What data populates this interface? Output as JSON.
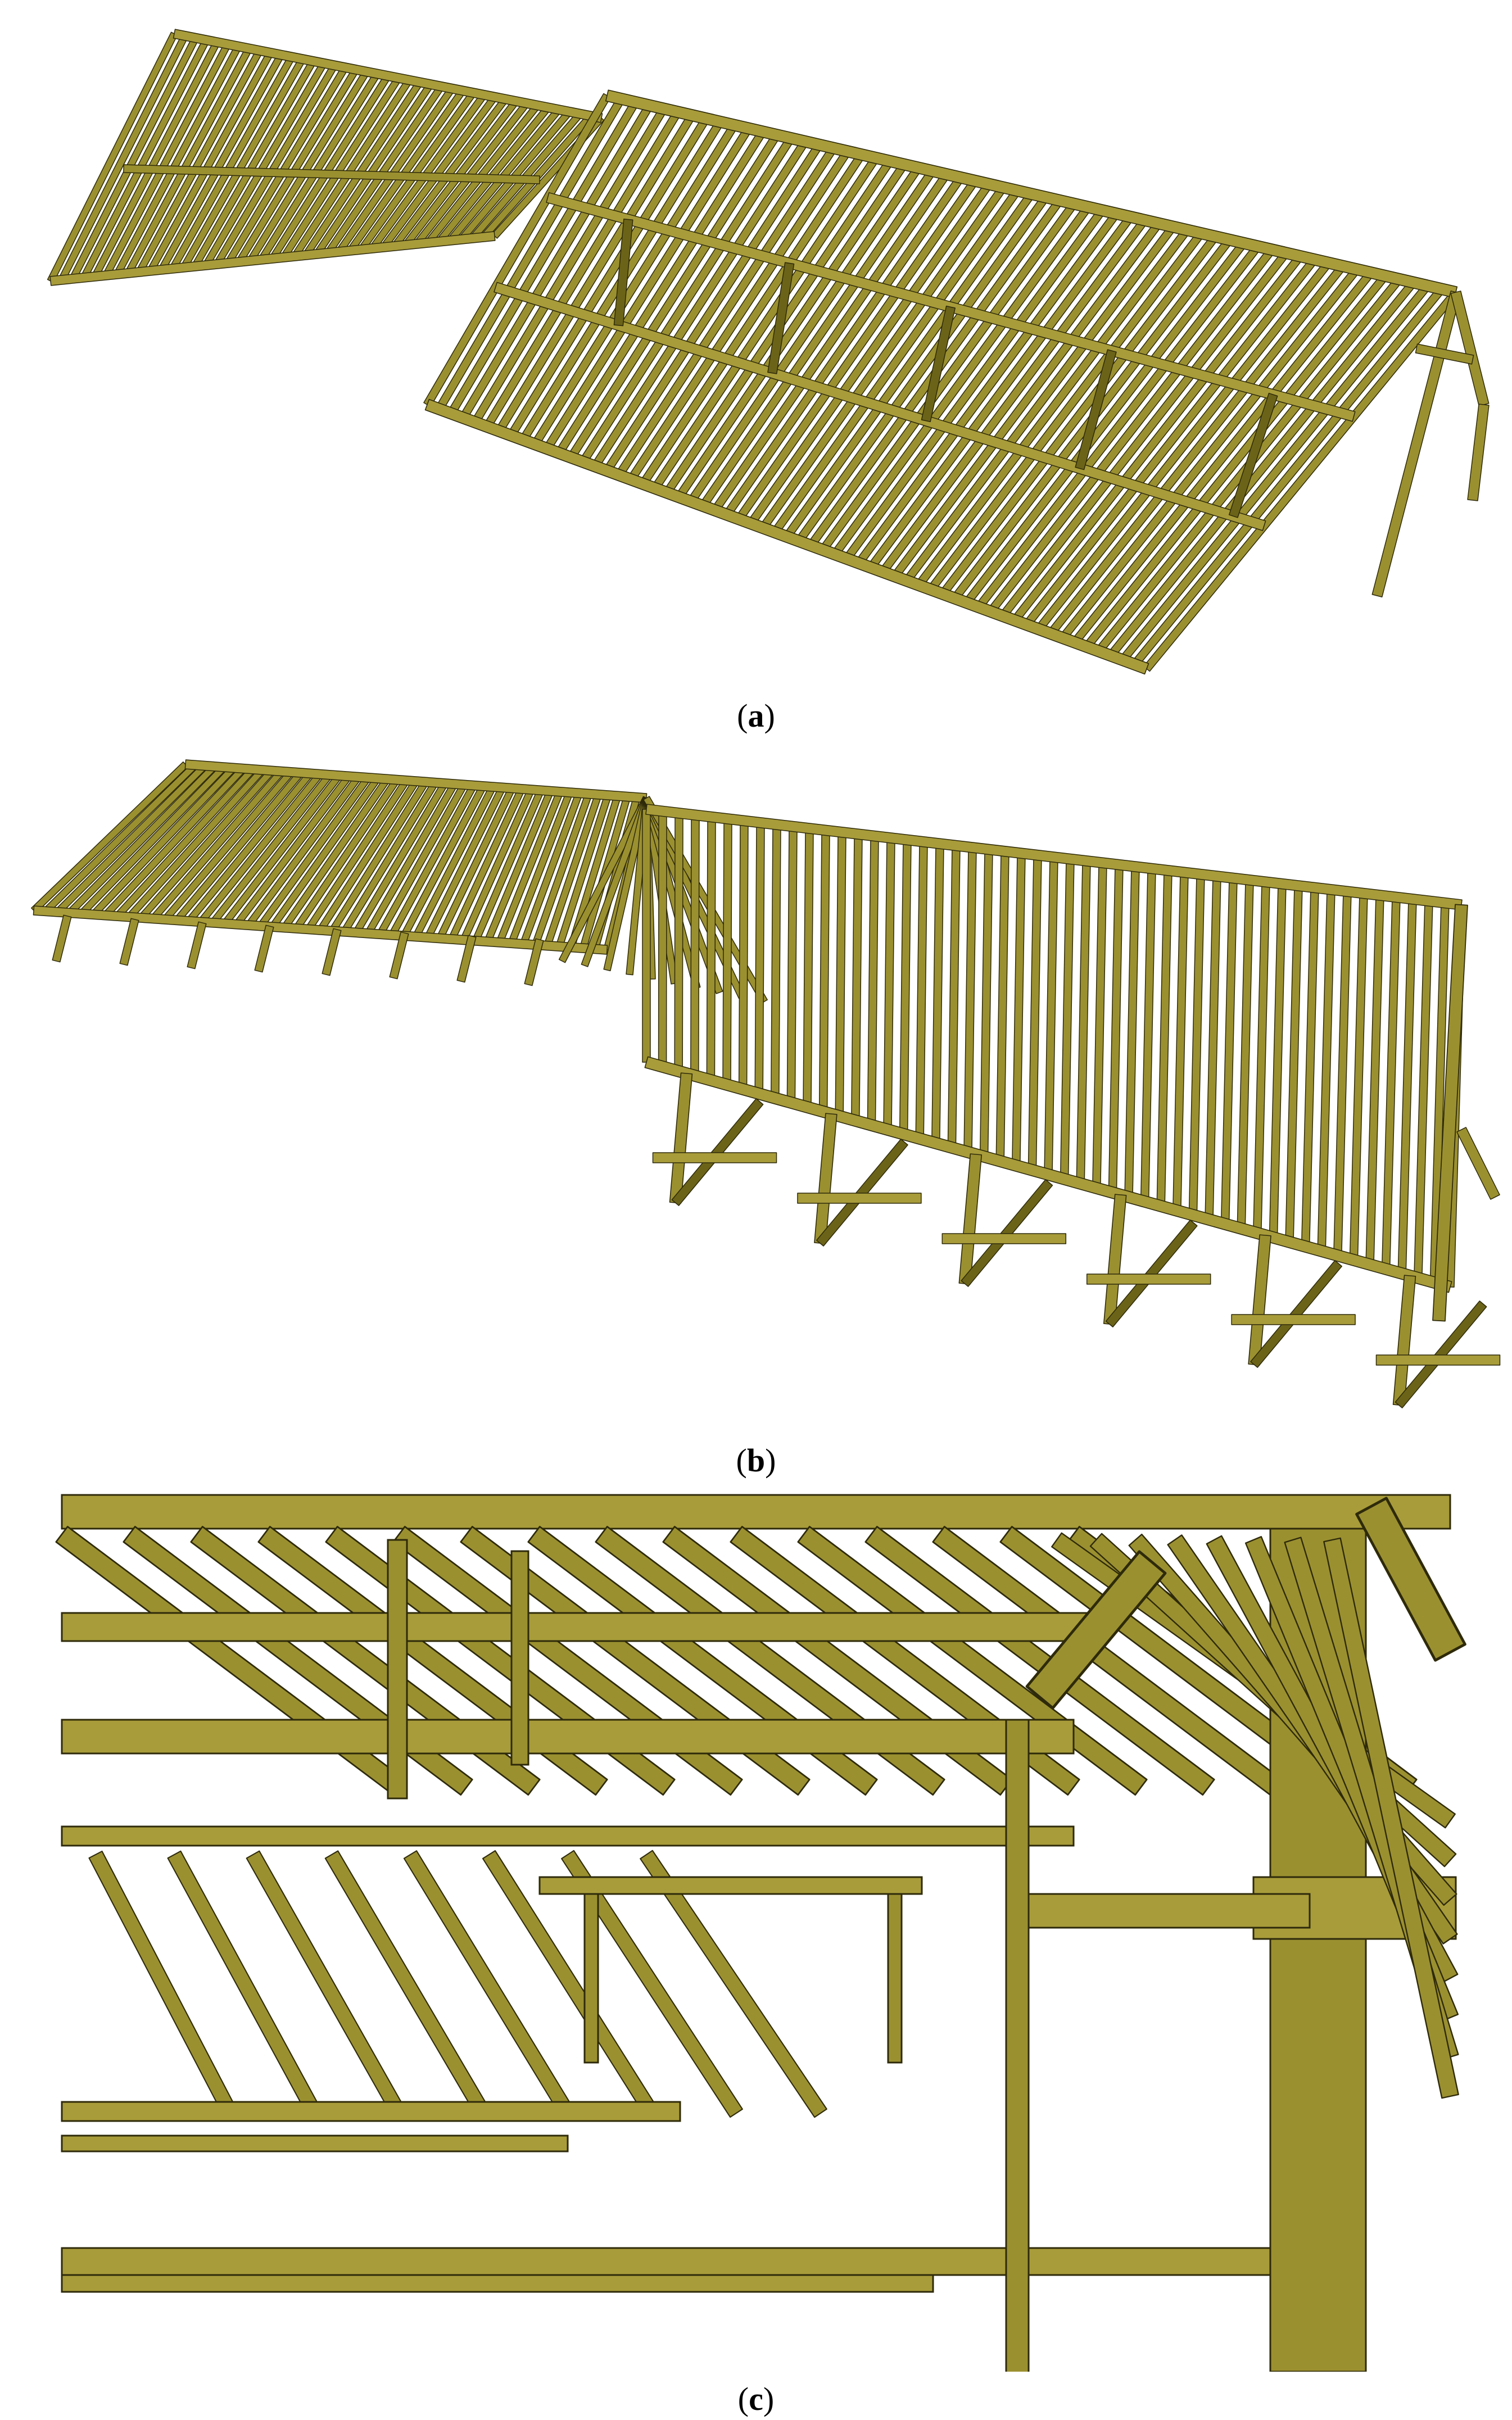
{
  "colors": {
    "timber_face": "#9b9030",
    "timber_light": "#a89c3a",
    "timber_dark": "#6b6318",
    "timber_outline": "#2e2a0a",
    "background": "#ffffff"
  },
  "panels": [
    {
      "id": "a",
      "caption_open": "(",
      "caption_letter": "a",
      "caption_close": ")"
    },
    {
      "id": "b",
      "caption_open": "(",
      "caption_letter": "b",
      "caption_close": ")"
    },
    {
      "id": "c",
      "caption_open": "(",
      "caption_letter": "c",
      "caption_close": ")"
    }
  ]
}
